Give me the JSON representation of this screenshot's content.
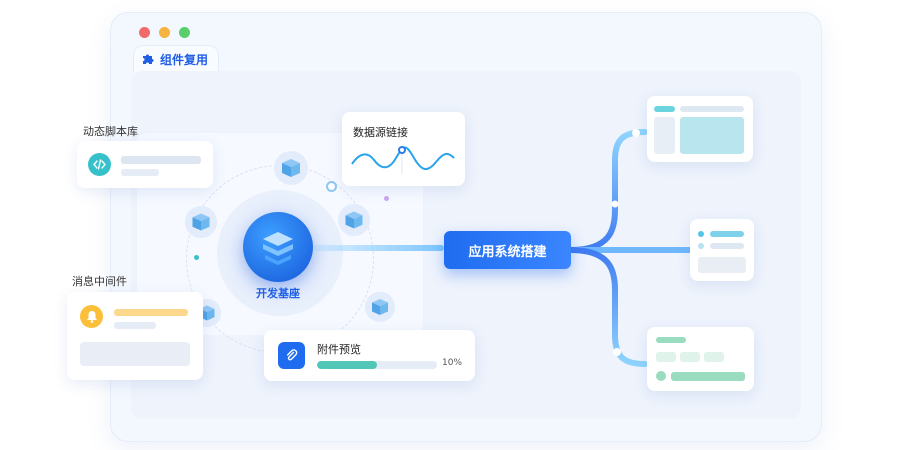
{
  "window": {
    "tab_label": "组件复用"
  },
  "left": {
    "script_lib_label": "动态脚本库",
    "middleware_label": "消息中间件",
    "core_label": "开发基座"
  },
  "cards": {
    "data_source_title": "数据源链接",
    "attachment_title": "附件预览",
    "attachment_percent": "10%",
    "attachment_progress": 0.5
  },
  "center": {
    "app_build_label": "应用系统搭建"
  },
  "colors": {
    "primary": "#1f6cf0",
    "teal": "#52c7b8",
    "orange": "#fbbf3a",
    "cyan": "#4cc3e8"
  }
}
